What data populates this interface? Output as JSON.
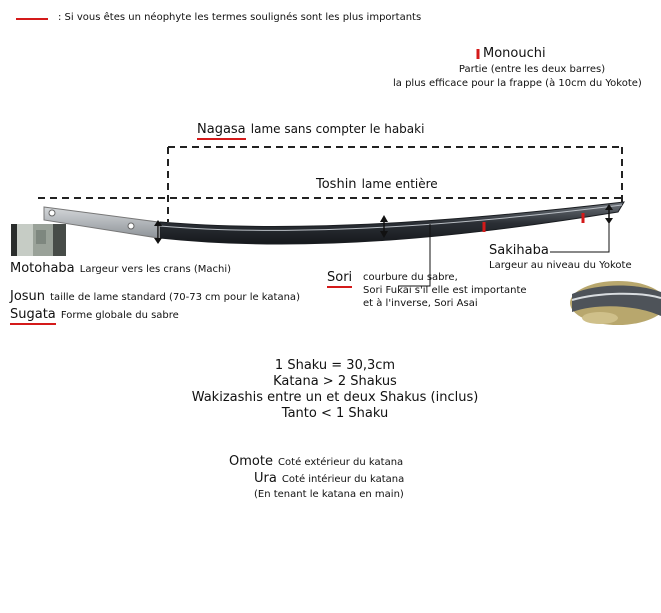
{
  "legend": {
    "text": ": Si vous êtes un néophyte les termes soulignés sont les plus importants",
    "line_color": "#d41a1a"
  },
  "monouchi": {
    "title": "Monouchi",
    "line1": "Partie (entre les deux barres)",
    "line2": "la plus efficace pour la frappe (à 10cm du Yokote)"
  },
  "nagasa": {
    "term": "Nagasa",
    "desc": "lame sans compter le habaki"
  },
  "toshin": {
    "term": "Toshin",
    "desc": "lame entière"
  },
  "motohaba": {
    "term": "Motohaba",
    "desc": "Largeur vers les crans (Machi)"
  },
  "josun": {
    "term": "Josun",
    "desc": "taille de lame standard (70-73 cm pour le katana)"
  },
  "sugata": {
    "term": "Sugata",
    "desc": "Forme globale du sabre"
  },
  "sori": {
    "term": "Sori",
    "line1": "courbure du sabre,",
    "line2": "Sori Fukai s'il elle est importante",
    "line3": "et à l'inverse, Sori Asai"
  },
  "sakihaba": {
    "term": "Sakihaba",
    "desc": "Largeur au niveau du Yokote"
  },
  "measures": {
    "line1": "1 Shaku = 30,3cm",
    "line2": "Katana > 2 Shakus",
    "line3": "Wakizashis entre un et deux Shakus (inclus)",
    "line4": "Tanto < 1 Shaku"
  },
  "sides": {
    "omote_term": "Omote",
    "omote_desc": "Coté extérieur du katana",
    "ura_term": "Ura",
    "ura_desc": "Coté intérieur du katana",
    "note": "(En tenant le katana en main)"
  },
  "colors": {
    "accent": "#d41a1a",
    "blade": "#2c3036",
    "tang": "#a9adb3"
  }
}
